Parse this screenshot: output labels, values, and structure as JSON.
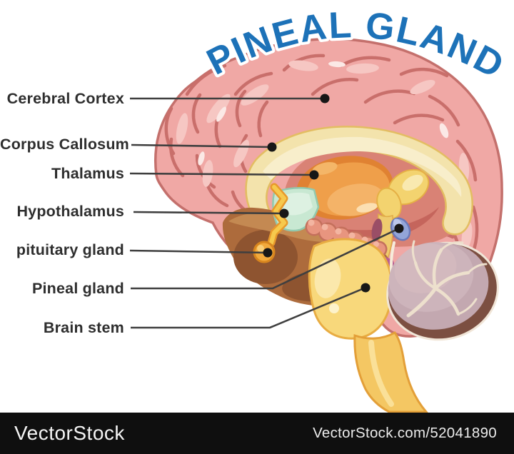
{
  "title": "PINEAL GLAND",
  "diagram": {
    "labels": [
      {
        "id": "cerebral-cortex",
        "text": "Cerebral Cortex"
      },
      {
        "id": "corpus-callosum",
        "text": "Corpus Callosum"
      },
      {
        "id": "thalamus",
        "text": "Thalamus"
      },
      {
        "id": "hypothalamus",
        "text": "Hypothalamus"
      },
      {
        "id": "pituitary-gland",
        "text": "pituitary gland"
      },
      {
        "id": "pineal-gland",
        "text": "Pineal gland"
      },
      {
        "id": "brain-stem",
        "text": "Brain stem"
      }
    ]
  },
  "footer": {
    "brand": "VectorStock",
    "credit": "VectorStock.com/52041890"
  },
  "colors": {
    "title_blue": "#1d72b8",
    "label_text": "#2e2e2e",
    "leader_line": "#3f3f3f",
    "leader_dot": "#171717",
    "footer_bg": "#0f0f0f",
    "cortex_pink": "#f0a8a5",
    "cortex_fold": "#c96f6b",
    "cortex_outline": "#c4706c",
    "corpus_callosum_cream": "#f3e3ac",
    "thalamus_orange": "#ef9f4a",
    "hypothalamus_mint": "#c8e8d2",
    "pituitary_gold": "#f2a93c",
    "pineal_periwinkle": "#93a5d8",
    "brain_stem_yellow": "#f8d87b",
    "midbrain_brown": "#ad6b3c",
    "cerebellum_mauve": "#c3a8b0"
  }
}
